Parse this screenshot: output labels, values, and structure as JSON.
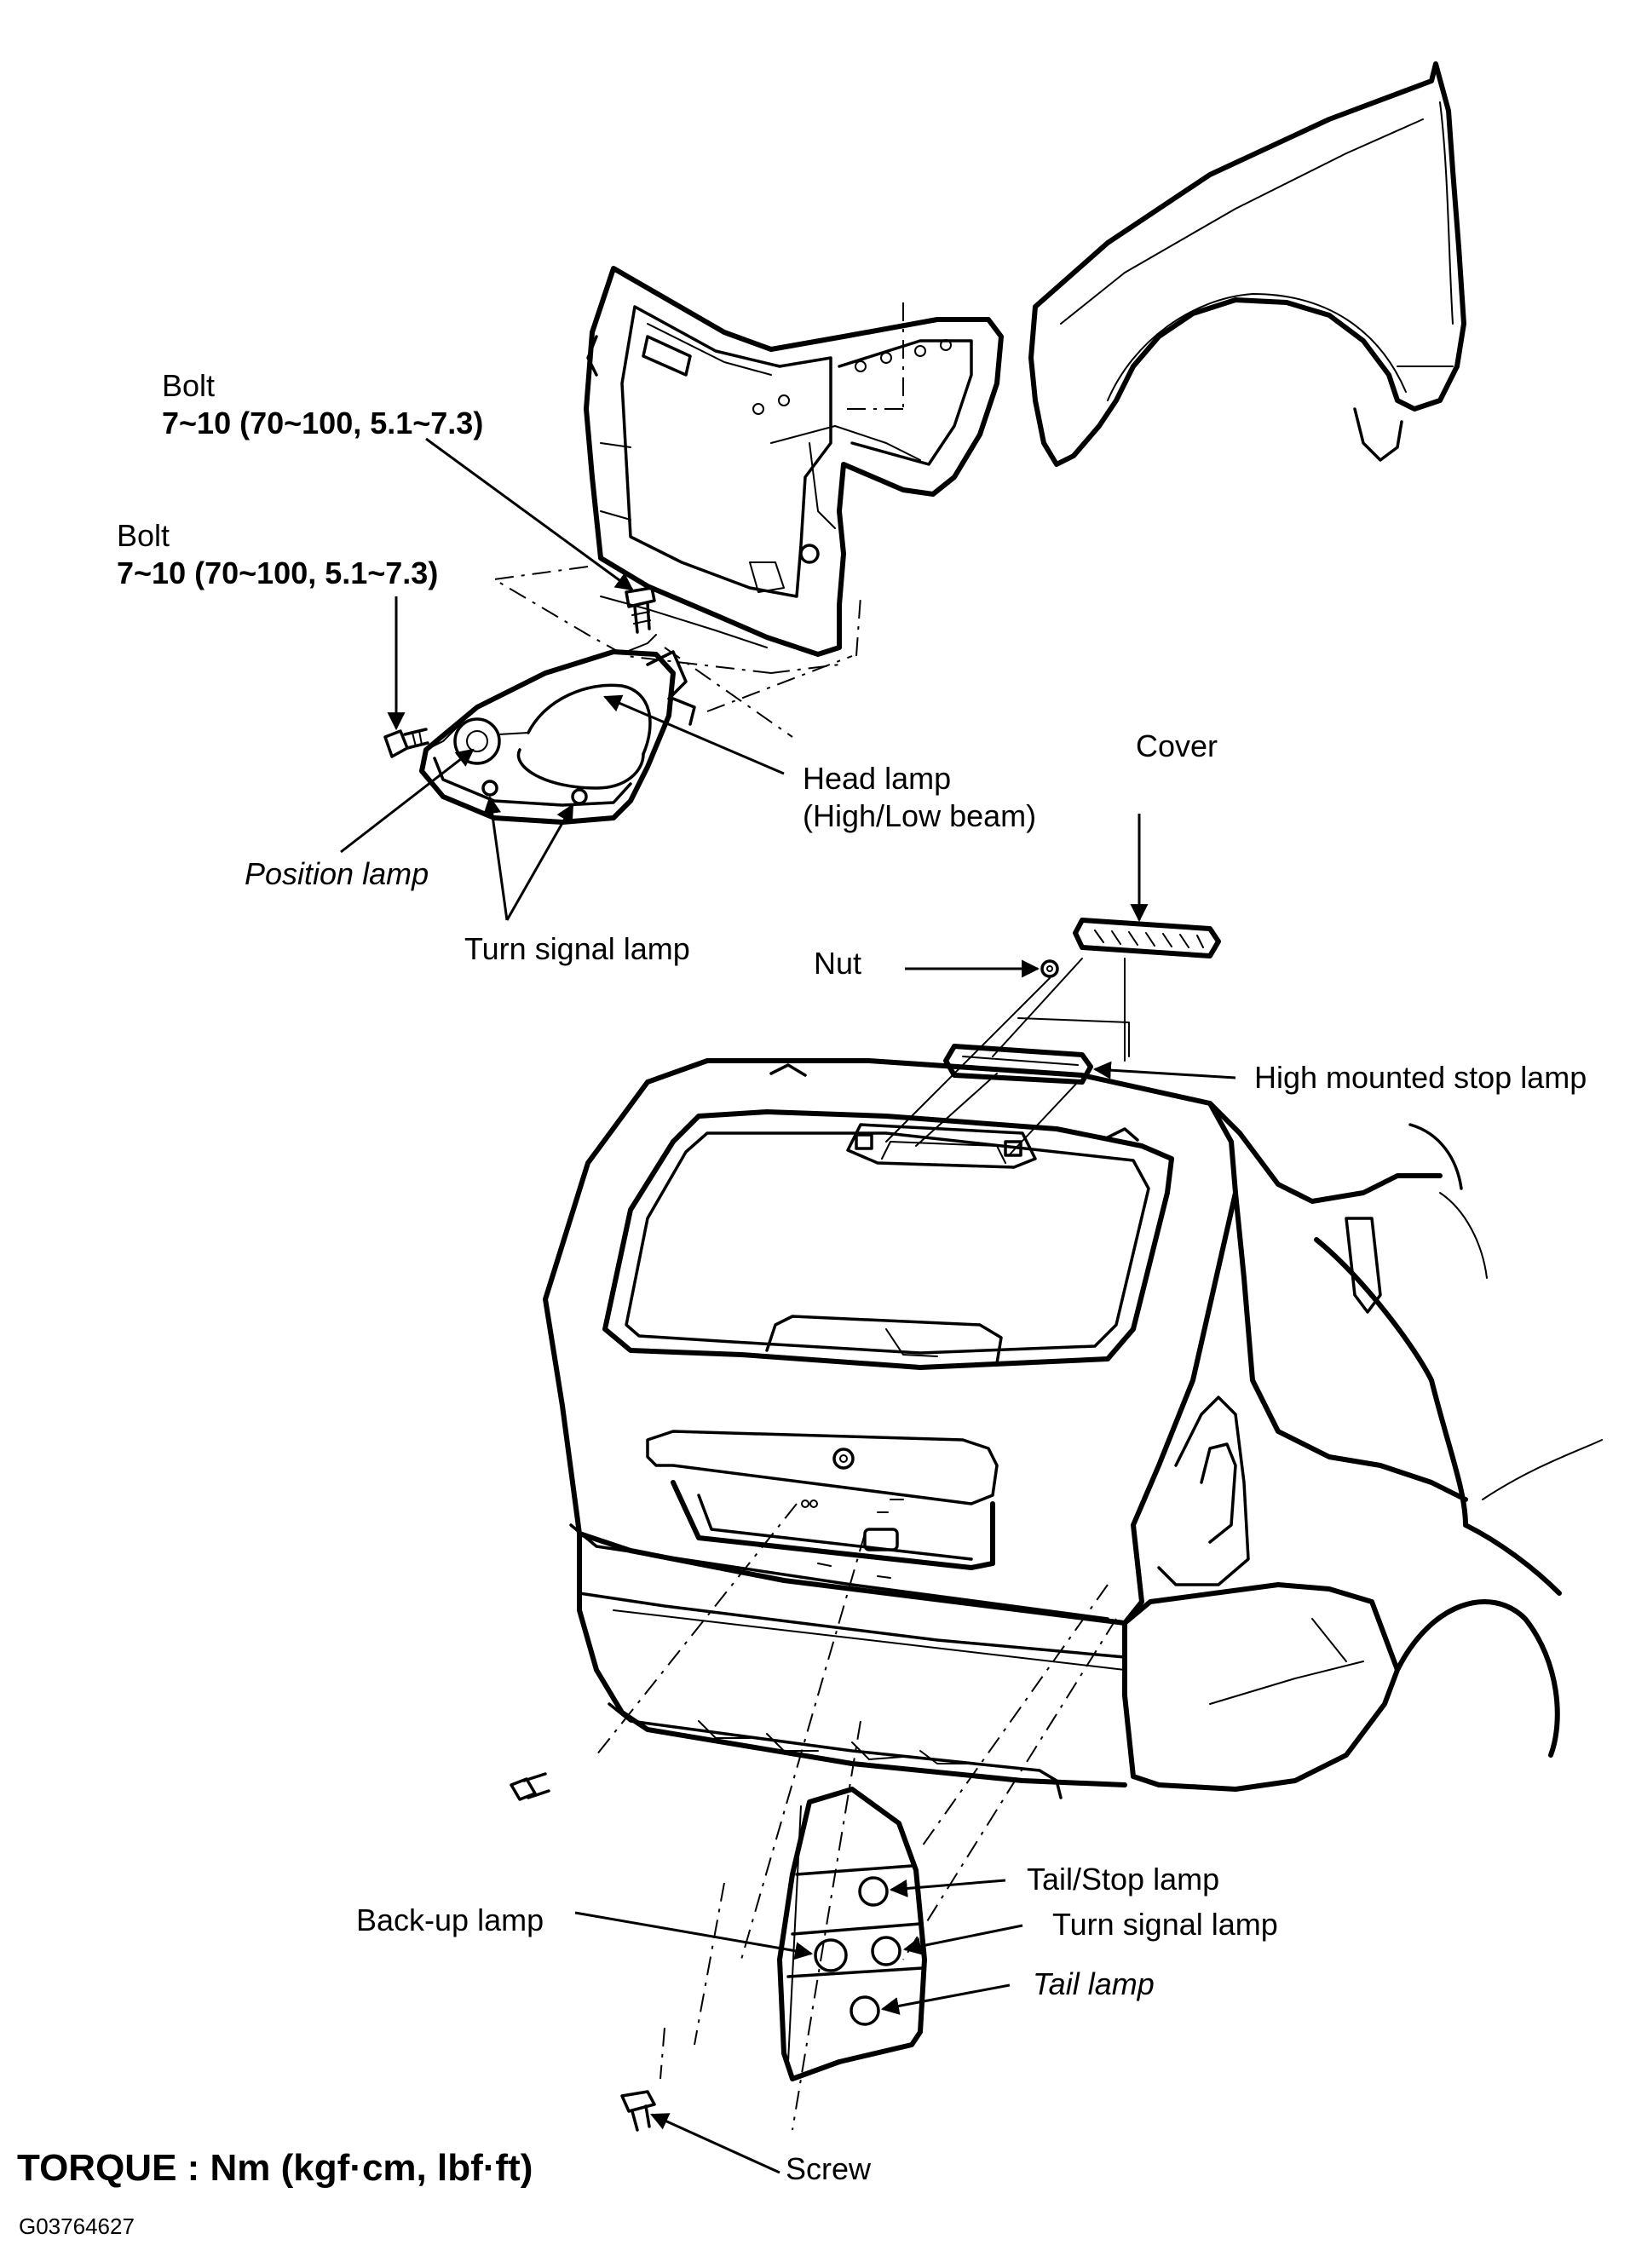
{
  "labels": {
    "bolt_upper_name": "Bolt",
    "bolt_upper_torque": "7~10 (70~100, 5.1~7.3)",
    "bolt_lower_name": "Bolt",
    "bolt_lower_torque": "7~10 (70~100, 5.1~7.3)",
    "head_lamp_line1": "Head lamp",
    "head_lamp_line2": "(High/Low beam)",
    "position_lamp": "Position lamp",
    "turn_signal_front": "Turn signal lamp",
    "cover": "Cover",
    "nut": "Nut",
    "high_mounted_stop_lamp": "High mounted stop lamp",
    "tail_stop_lamp": "Tail/Stop lamp",
    "back_up_lamp": "Back-up lamp",
    "turn_signal_rear": "Turn signal lamp",
    "tail_lamp": "Tail lamp",
    "screw": "Screw"
  },
  "footer": {
    "torque_unit": "TORQUE : Nm (kgf·cm, lbf·ft)",
    "figure_code": "G03764627"
  }
}
